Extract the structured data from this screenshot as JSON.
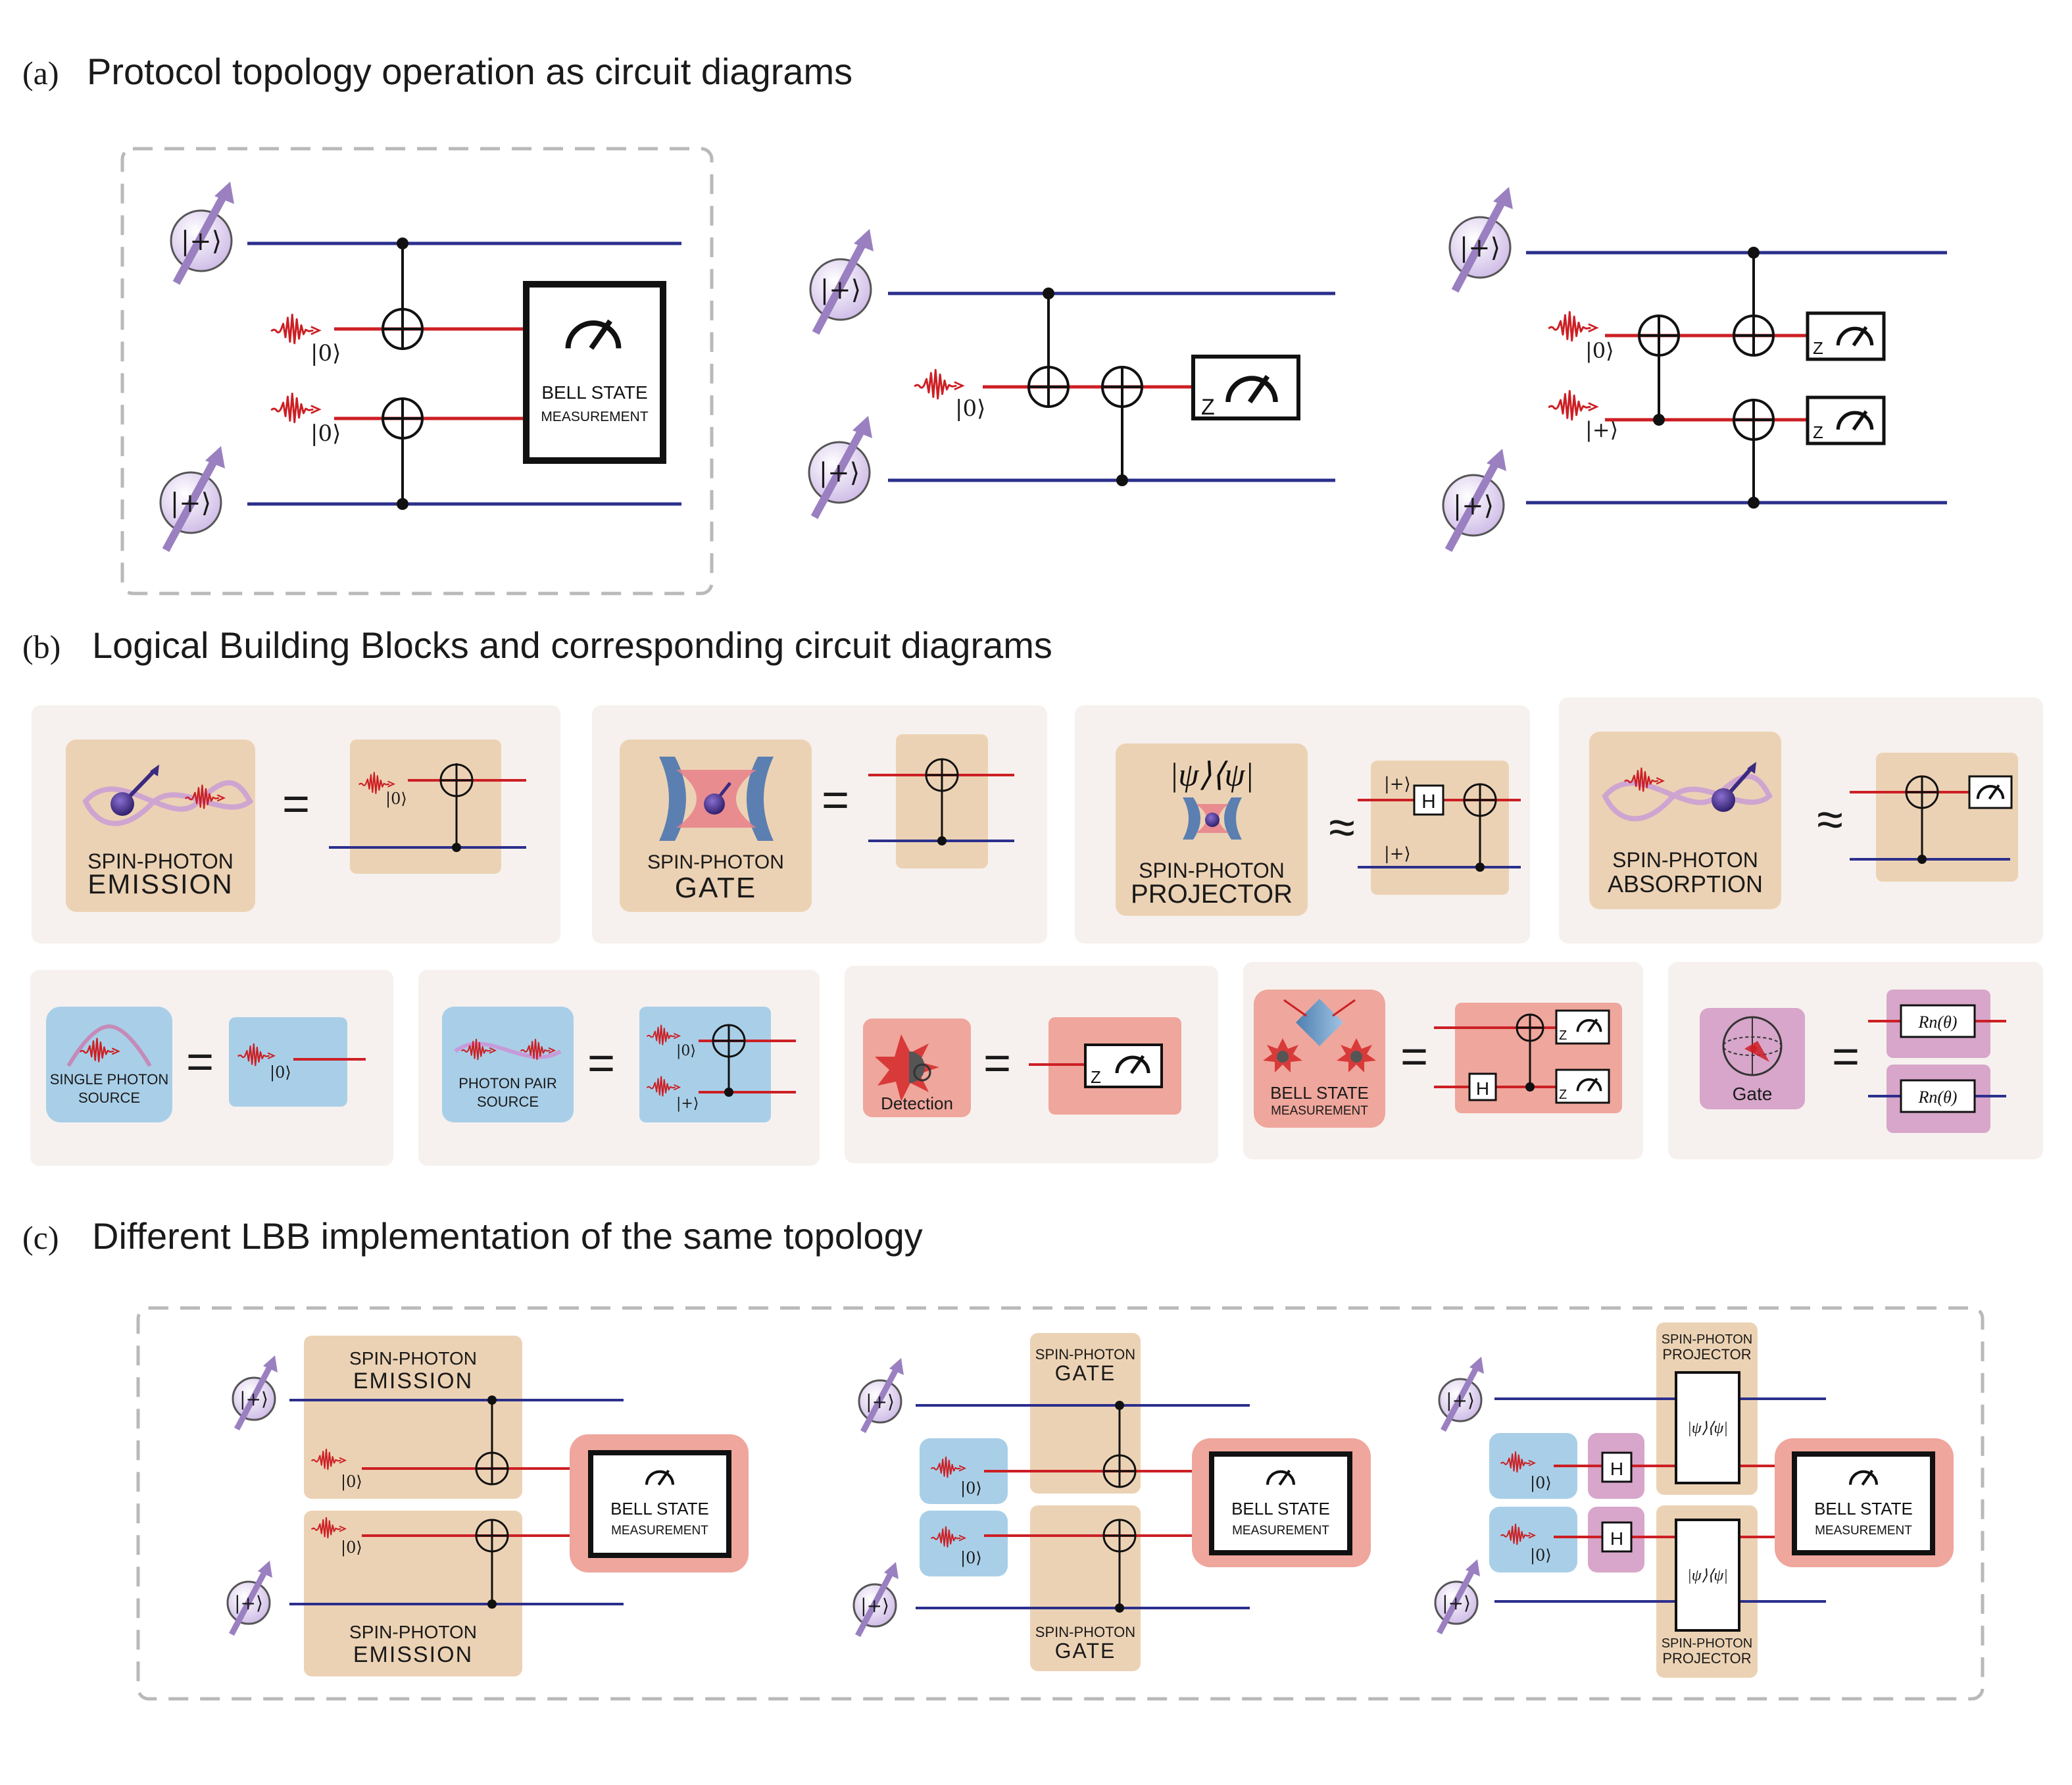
{
  "panels": {
    "a": {
      "tag": "(a)",
      "title": "Protocol topology operation as circuit diagrams"
    },
    "b": {
      "tag": "(b)",
      "title": "Logical Building Blocks and corresponding circuit diagrams"
    },
    "c": {
      "tag": "(c)",
      "title": "Different LBB implementation of the same topology"
    }
  },
  "kets": {
    "plus": "|+⟩",
    "zero": "|0⟩"
  },
  "bsm": {
    "line1": "BELL STATE",
    "line2": "MEASUREMENT"
  },
  "z_label": "Z",
  "h_label": "H",
  "blocks": {
    "emission": {
      "top": "SPIN-PHOTON",
      "bottom": "EMISSION"
    },
    "gate": {
      "top": "SPIN-PHOTON",
      "bottom": "GATE"
    },
    "projector": {
      "top": "SPIN-PHOTON",
      "bottom": "PROJECTOR",
      "op": "|ψ⟩⟨ψ|"
    },
    "absorption": {
      "top": "SPIN-PHOTON",
      "bottom": "ABSORPTION"
    },
    "single": {
      "top": "SINGLE PHOTON",
      "bottom": "SOURCE"
    },
    "pair": {
      "top": "PHOTON PAIR",
      "bottom": "SOURCE"
    },
    "detection": {
      "label": "Detection"
    },
    "bsm": {
      "top": "BELL STATE",
      "bottom": "MEASUREMENT"
    },
    "gateblk": {
      "label": "Gate",
      "rot": "Rn(θ)"
    }
  },
  "relations": {
    "eq": "=",
    "approx": "≈"
  },
  "colors": {
    "spin_line": "#2b2f8c",
    "photon_line": "#cc1f24",
    "tan": "#ecd2b4",
    "blue": "#a9cfe8",
    "red": "#efa69c",
    "pink": "#d7a6ca",
    "panel_bg": "#f6f1ee",
    "spin_ball": "#ddd0ee",
    "arrow": "#9a80c0"
  }
}
